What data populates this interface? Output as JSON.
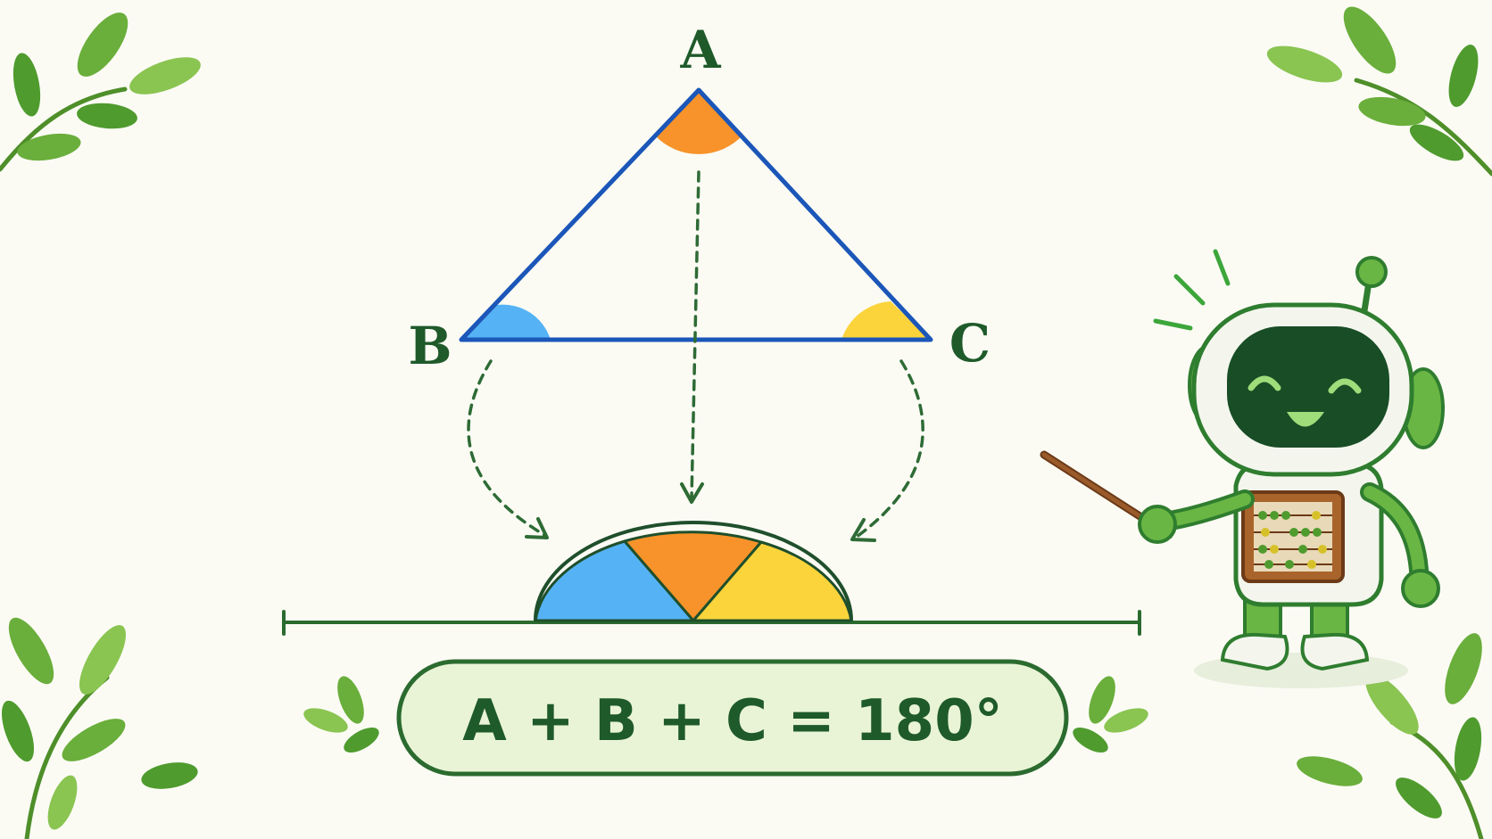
{
  "triangle": {
    "vertex_a": "A",
    "vertex_b": "B",
    "vertex_c": "C"
  },
  "formula": {
    "text": "A + B + C = 180°"
  },
  "colors": {
    "angle_a": "#f7932a",
    "angle_b": "#55b3f5",
    "angle_c": "#fbd43c",
    "triangle_stroke": "#1b56b8",
    "text_dark_green": "#1f5a2a",
    "formula_fill": "#e9f4d6",
    "formula_border": "#2b6b2f",
    "background": "#fbfbf4"
  },
  "icons": {
    "robot": "robot-teacher-icon",
    "pointer": "pointer-stick-icon",
    "abacus": "abacus-icon",
    "leaves": "leaf-branch-icon"
  }
}
